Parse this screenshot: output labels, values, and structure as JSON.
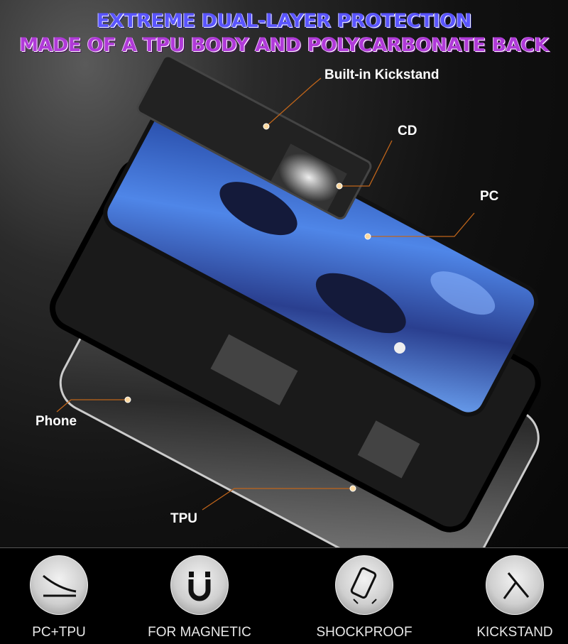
{
  "header": {
    "line1": "EXTREME DUAL-LAYER PROTECTION",
    "line2": "MADE OF A TPU BODY AND POLYCARBONATE BACK"
  },
  "callouts": {
    "kickstand": "Built-in Kickstand",
    "cd": "CD",
    "pc": "PC",
    "phone": "Phone",
    "tpu": "TPU"
  },
  "features": [
    {
      "label": "PC+TPU",
      "icon": "layers-curve-icon"
    },
    {
      "label": "FOR MAGNETIC",
      "icon": "magnet-icon"
    },
    {
      "label": "SHOCKPROOF",
      "icon": "shockproof-phone-icon"
    },
    {
      "label": "KICKSTAND",
      "icon": "kickstand-icon"
    }
  ],
  "colors": {
    "title1": "#5a55ff",
    "title2": "#b03ad8",
    "leader": "#c0651a",
    "camo": "#3f6fd6"
  }
}
